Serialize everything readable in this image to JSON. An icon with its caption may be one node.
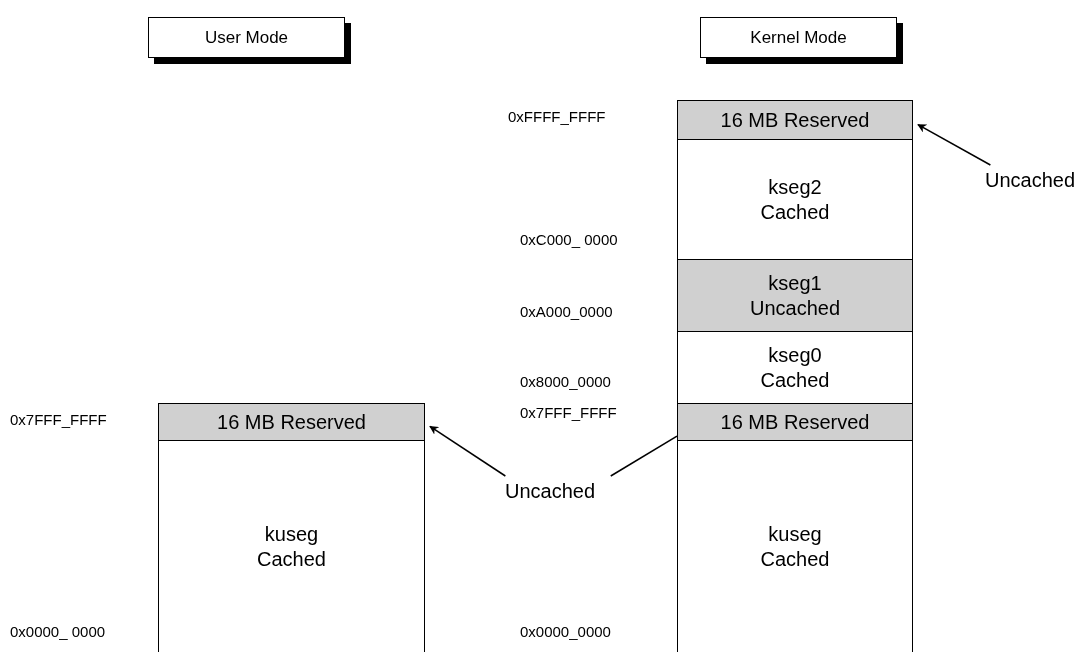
{
  "diagram": {
    "nodes": [
      {
        "text": [
          "User Mode"
        ]
      },
      {
        "text": [
          "Kernel Mode"
        ]
      },
      {
        "text": [
          "16 MB Reserved"
        ]
      },
      {
        "text": [
          "kseg2 Cached"
        ]
      },
      {
        "text": [
          "kseg1 Uncached"
        ]
      },
      {
        "text": [
          "kseg0 Cached"
        ]
      },
      {
        "text": [
          "16 MB Reserved"
        ]
      },
      {
        "text": [
          "kuseg Cached"
        ]
      },
      {
        "text": [
          "16 MB Reserved"
        ]
      },
      {
        "text": [
          "kuseg Cached"
        ]
      },
      {
        "text": [
          "Uncached"
        ]
      },
      {
        "text": [
          "Uncached"
        ]
      }
    ],
    "edges": [
      {
        "from": 10,
        "to": 2,
        "arrow": "to"
      },
      {
        "from": 11,
        "to": 8,
        "arrow": "to"
      },
      {
        "from": 11,
        "to": 6,
        "arrow": "none"
      }
    ],
    "labels": [
      "0xFFFF_FFFF",
      "0xC000_ 0000",
      "0xA000_0000",
      "0x8000_0000",
      "0x7FFF_FFFF",
      "0x7FFF_FFFF",
      "0x0000_ 0000",
      "0x0000_0000"
    ]
  }
}
